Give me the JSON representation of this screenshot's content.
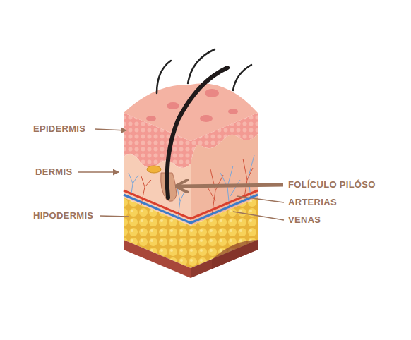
{
  "diagram": {
    "labels": [
      "EPIDERMIS",
      "DERMIS",
      "HIPODERMIS",
      "FOLÍCULO PILÓSO",
      "ARTERIAS",
      "VENAS"
    ]
  }
}
